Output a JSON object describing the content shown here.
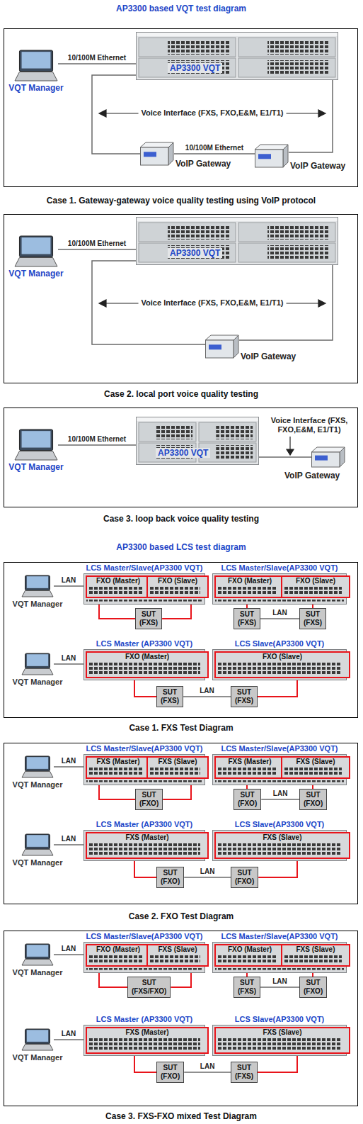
{
  "diagram": {
    "title": "AP3300 based VQT test diagram",
    "nodes": [
      {
        "text": [
          "VQT Manager"
        ]
      },
      {
        "text": [
          "AP3300 VQT"
        ]
      },
      {
        "text": [
          "VoIP Gateway"
        ]
      },
      {
        "text": [
          "VoIP Gateway"
        ]
      },
      {
        "text": [
          "VQT Manager"
        ]
      },
      {
        "text": [
          "AP3300 VQT"
        ]
      },
      {
        "text": [
          "VoIP Gateway"
        ]
      },
      {
        "text": [
          "VQT Manager"
        ]
      },
      {
        "text": [
          "AP3300 VQT"
        ]
      },
      {
        "text": [
          "VoIP Gateway"
        ]
      },
      {
        "text": [
          "VQT Manager"
        ]
      },
      {
        "text": [
          "LCS Master/Slave(AP3300 VQT)"
        ]
      },
      {
        "text": [
          "FXO (Master)"
        ],
        "in": 11
      },
      {
        "text": [
          "FXO (Slave)"
        ],
        "in": 11
      },
      {
        "text": [
          "SUT (FXS)"
        ]
      },
      {
        "text": [
          "LCS Master/Slave(AP3300 VQT)"
        ]
      },
      {
        "text": [
          "FXO (Master)"
        ],
        "in": 15
      },
      {
        "text": [
          "FXO (Slave)"
        ],
        "in": 15
      },
      {
        "text": [
          "SUT (FXS)"
        ]
      },
      {
        "text": [
          "SUT (FXS)"
        ]
      },
      {
        "text": [
          "VQT Manager"
        ]
      },
      {
        "text": [
          "LCS Master (AP3300 VQT)"
        ]
      },
      {
        "text": [
          "FXO (Master)"
        ],
        "in": 21
      },
      {
        "text": [
          "SUT (FXS)"
        ]
      },
      {
        "text": [
          "LCS Slave(AP3300 VQT)"
        ]
      },
      {
        "text": [
          "FXO (Slave)"
        ],
        "in": 24
      },
      {
        "text": [
          "SUT (FXS)"
        ]
      },
      {
        "text": [
          "VQT Manager"
        ]
      },
      {
        "text": [
          "LCS Master/Slave(AP3300 VQT)"
        ]
      },
      {
        "text": [
          "FXS (Master)"
        ],
        "in": 28
      },
      {
        "text": [
          "FXS (Slave)"
        ],
        "in": 28
      },
      {
        "text": [
          "SUT (FXO)"
        ]
      },
      {
        "text": [
          "LCS Master/Slave(AP3300 VQT)"
        ]
      },
      {
        "text": [
          "FXS (Master)"
        ],
        "in": 32
      },
      {
        "text": [
          "FXS (Slave)"
        ],
        "in": 32
      },
      {
        "text": [
          "SUT (FXO)"
        ]
      },
      {
        "text": [
          "SUT (FXO)"
        ]
      },
      {
        "text": [
          "VQT Manager"
        ]
      },
      {
        "text": [
          "LCS Master (AP3300 VQT)"
        ]
      },
      {
        "text": [
          "FXS (Master)"
        ],
        "in": 38
      },
      {
        "text": [
          "SUT (FXO)"
        ]
      },
      {
        "text": [
          "LCS Slave(AP3300 VQT)"
        ]
      },
      {
        "text": [
          "FXS (Slave)"
        ],
        "in": 41
      },
      {
        "text": [
          "SUT (FXO)"
        ]
      },
      {
        "text": [
          "VQT Manager"
        ]
      },
      {
        "text": [
          "LCS Master/Slave(AP3300 VQT)"
        ]
      },
      {
        "text": [
          "FXO (Master)"
        ],
        "in": 45
      },
      {
        "text": [
          "FXS (Slave)"
        ],
        "in": 45
      },
      {
        "text": [
          "SUT (FXS/FXO)"
        ]
      },
      {
        "text": [
          "LCS Master/Slave(AP3300 VQT)"
        ]
      },
      {
        "text": [
          "FXO (Master)"
        ],
        "in": 49
      },
      {
        "text": [
          "FXS (Slave)"
        ],
        "in": 49
      },
      {
        "text": [
          "SUT (FXS)"
        ]
      },
      {
        "text": [
          "SUT (FXO)"
        ]
      },
      {
        "text": [
          "VQT Manager"
        ]
      },
      {
        "text": [
          "LCS Master (AP3300 VQT)"
        ]
      },
      {
        "text": [
          "FXS (Master)"
        ],
        "in": 55
      },
      {
        "text": [
          "SUT (FXO)"
        ]
      },
      {
        "text": [
          "LCS Slave(AP3300 VQT)"
        ]
      },
      {
        "text": [
          "FXS (Slave)"
        ],
        "in": 58
      },
      {
        "text": [
          "SUT (FXS)"
        ]
      }
    ],
    "edges": [
      {
        "from": 0,
        "to": 1,
        "arrow": "none",
        "label": "10/100M Ethernet"
      },
      {
        "from": 1,
        "to": 2,
        "arrow": "none"
      },
      {
        "from": 1,
        "to": 3,
        "arrow": "none"
      },
      {
        "from": 2,
        "to": 3,
        "arrow": "none",
        "label": "10/100M Ethernet"
      },
      {
        "from": 4,
        "to": 5,
        "arrow": "none",
        "label": "10/100M Ethernet"
      },
      {
        "from": 5,
        "to": 6,
        "arrow": "none"
      },
      {
        "from": 5,
        "to": 6,
        "arrow": "none"
      },
      {
        "from": 7,
        "to": 8,
        "arrow": "none",
        "label": "10/100M Ethernet"
      },
      {
        "from": 8,
        "to": 9,
        "arrow": "none"
      },
      {
        "from": 10,
        "to": 11,
        "arrow": "none",
        "label": "LAN"
      },
      {
        "from": 12,
        "to": 14,
        "arrow": "none"
      },
      {
        "from": 14,
        "to": 13,
        "arrow": "none"
      },
      {
        "from": 16,
        "to": 18,
        "arrow": "none"
      },
      {
        "from": 18,
        "to": 19,
        "arrow": "none",
        "label": "LAN"
      },
      {
        "from": 19,
        "to": 17,
        "arrow": "none"
      },
      {
        "from": 20,
        "to": 21,
        "arrow": "none",
        "label": "LAN"
      },
      {
        "from": 22,
        "to": 23,
        "arrow": "none"
      },
      {
        "from": 23,
        "to": 26,
        "arrow": "none",
        "label": "LAN"
      },
      {
        "from": 26,
        "to": 25,
        "arrow": "none"
      },
      {
        "from": 27,
        "to": 28,
        "arrow": "none",
        "label": "LAN"
      },
      {
        "from": 29,
        "to": 31,
        "arrow": "none"
      },
      {
        "from": 31,
        "to": 30,
        "arrow": "none"
      },
      {
        "from": 33,
        "to": 35,
        "arrow": "none"
      },
      {
        "from": 35,
        "to": 36,
        "arrow": "none",
        "label": "LAN"
      },
      {
        "from": 36,
        "to": 34,
        "arrow": "none"
      },
      {
        "from": 37,
        "to": 38,
        "arrow": "none",
        "label": "LAN"
      },
      {
        "from": 39,
        "to": 40,
        "arrow": "none"
      },
      {
        "from": 40,
        "to": 43,
        "arrow": "none",
        "label": "LAN"
      },
      {
        "from": 43,
        "to": 42,
        "arrow": "none"
      },
      {
        "from": 44,
        "to": 45,
        "arrow": "none",
        "label": "LAN"
      },
      {
        "from": 46,
        "to": 48,
        "arrow": "none"
      },
      {
        "from": 48,
        "to": 47,
        "arrow": "none"
      },
      {
        "from": 50,
        "to": 52,
        "arrow": "none"
      },
      {
        "from": 52,
        "to": 53,
        "arrow": "none",
        "label": "LAN"
      },
      {
        "from": 53,
        "to": 51,
        "arrow": "none"
      },
      {
        "from": 54,
        "to": 55,
        "arrow": "none",
        "label": "LAN"
      },
      {
        "from": 56,
        "to": 57,
        "arrow": "none"
      },
      {
        "from": 57,
        "to": 60,
        "arrow": "none",
        "label": "LAN"
      },
      {
        "from": 60,
        "to": 59,
        "arrow": "none"
      }
    ],
    "labels": [
      "Voice Interface (FXS, FXO,E&M, E1/T1)",
      "Case 1. Gateway-gateway voice quality testing using VoIP protocol",
      "Voice Interface (FXS, FXO,E&M, E1/T1)",
      "Case 2. local port voice quality testing",
      "Voice Interface (FXS, FXO,E&M, E1/T1)",
      "Case 3. loop back voice quality testing",
      "AP3300 based LCS test diagram",
      "Case 1. FXS Test Diagram",
      "Case 2. FXO Test Diagram",
      "Case 3. FXS-FXO mixed Test Diagram"
    ]
  }
}
